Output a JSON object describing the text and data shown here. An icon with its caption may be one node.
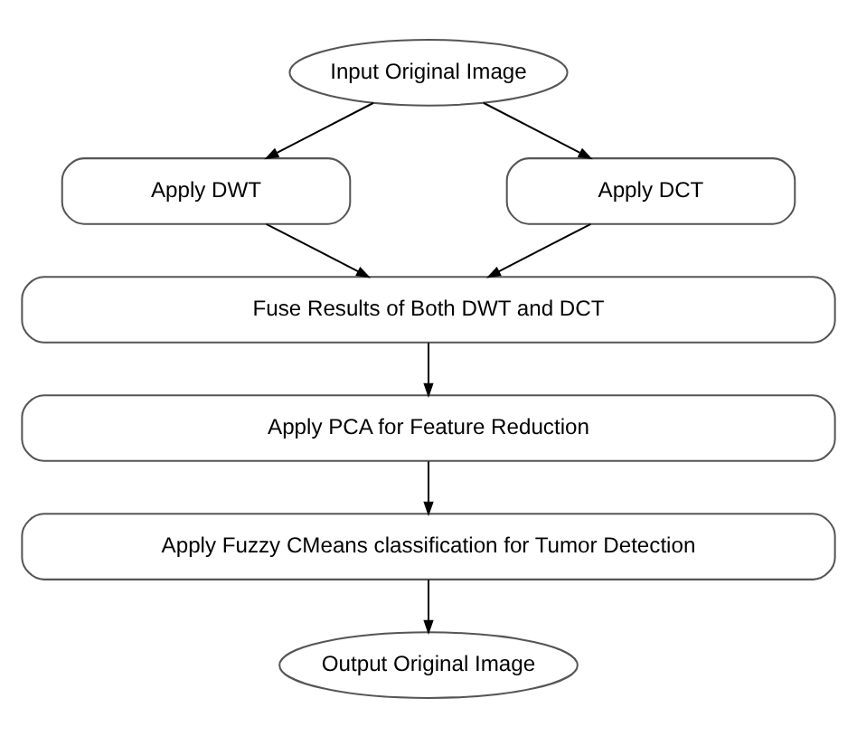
{
  "diagram": {
    "nodes": [
      {
        "text": [
          "Input Original Image"
        ]
      },
      {
        "text": [
          "Apply DWT"
        ]
      },
      {
        "text": [
          "Apply DCT"
        ]
      },
      {
        "text": [
          "Fuse Results of Both DWT and DCT"
        ]
      },
      {
        "text": [
          "Apply PCA for Feature Reduction"
        ]
      },
      {
        "text": [
          "Apply Fuzzy CMeans classification for Tumor Detection"
        ]
      },
      {
        "text": [
          "Output Original Image"
        ]
      }
    ],
    "edges": [
      {
        "from": 0,
        "to": 1,
        "arrow": "to"
      },
      {
        "from": 0,
        "to": 2,
        "arrow": "to"
      },
      {
        "from": 1,
        "to": 3,
        "arrow": "to"
      },
      {
        "from": 2,
        "to": 3,
        "arrow": "to"
      },
      {
        "from": 3,
        "to": 4,
        "arrow": "to"
      },
      {
        "from": 4,
        "to": 5,
        "arrow": "to"
      },
      {
        "from": 5,
        "to": 6,
        "arrow": "to"
      }
    ]
  }
}
